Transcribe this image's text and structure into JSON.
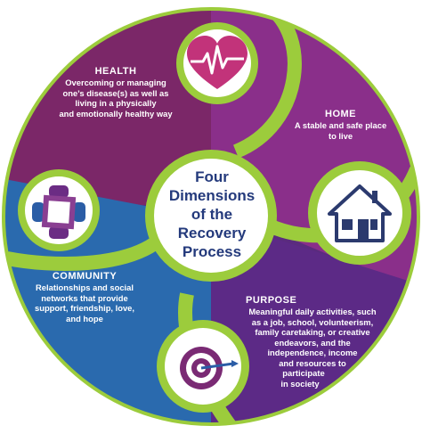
{
  "center": {
    "lines": [
      "Four",
      "Dimensions",
      "of the",
      "Recovery",
      "Process"
    ]
  },
  "health": {
    "title": "HEALTH",
    "lines": [
      "Overcoming or managing",
      "one’s disease(s) as well as",
      "living in a physically",
      "and emotionally healthy way"
    ],
    "icon": "heart-pulse-icon"
  },
  "home": {
    "title": "HOME",
    "lines": [
      "A stable and safe place",
      "to live"
    ],
    "icon": "house-icon"
  },
  "community": {
    "title": "COMMUNITY",
    "lines": [
      "Relationships and social",
      "networks that provide",
      "support, friendship, love,",
      "and hope"
    ],
    "icon": "people-circle-icon"
  },
  "purpose": {
    "title": "PURPOSE",
    "lines": [
      "Meaningful daily activities, such",
      "as a job, school, volunteerism,",
      "family caretaking, or creative",
      "endeavors, and the",
      "independence, income",
      "and resources to",
      "participate",
      "in society"
    ],
    "icon": "target-arrow-icon"
  },
  "colors": {
    "health": "#7b2768",
    "home": "#8a2f8a",
    "community": "#2a6aae",
    "purpose": "#5c2a86",
    "lime": "#9ccc3c",
    "navy": "#243a7c"
  }
}
